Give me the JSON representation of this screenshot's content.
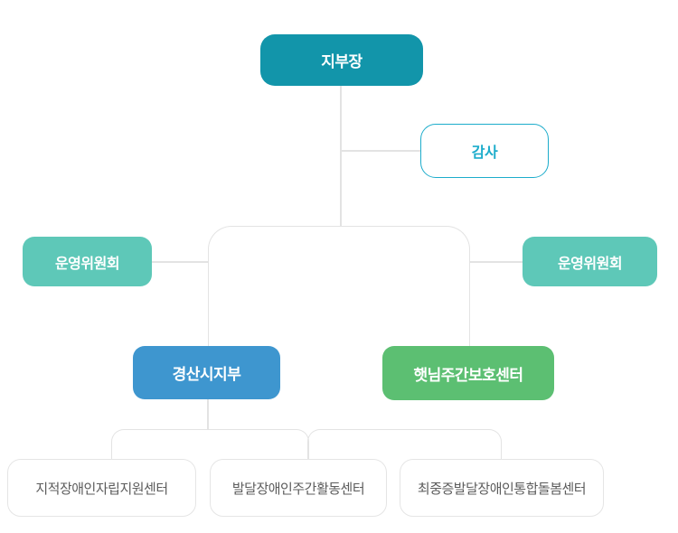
{
  "org_chart": {
    "title": "organization-chart",
    "colors": {
      "branch_head_bg": "#1295aa",
      "auditor_border": "#1caccb",
      "committee_bg": "#5ec8b8",
      "gyeongsan_bg": "#3e96cf",
      "haetnim_bg": "#5cbf72",
      "connector_line": "#e3e3e3",
      "plain_box_border": "#e5e5e5",
      "plain_box_text": "#5c5c5c"
    },
    "nodes": {
      "branch_head": {
        "label": "지부장"
      },
      "auditor": {
        "label": "감사"
      },
      "committee_left": {
        "label": "운영위원회"
      },
      "committee_right": {
        "label": "운영위원회"
      },
      "gyeongsan_branch": {
        "label": "경산시지부"
      },
      "haetnim_daycare": {
        "label": "햇님주간보호센터"
      },
      "independent_living_center": {
        "label": "지적장애인자립지원센터"
      },
      "day_activity_center": {
        "label": "발달장애인주간활동센터"
      },
      "integrated_care_center": {
        "label": "최중증발달장애인통합돌봄센터"
      }
    }
  }
}
